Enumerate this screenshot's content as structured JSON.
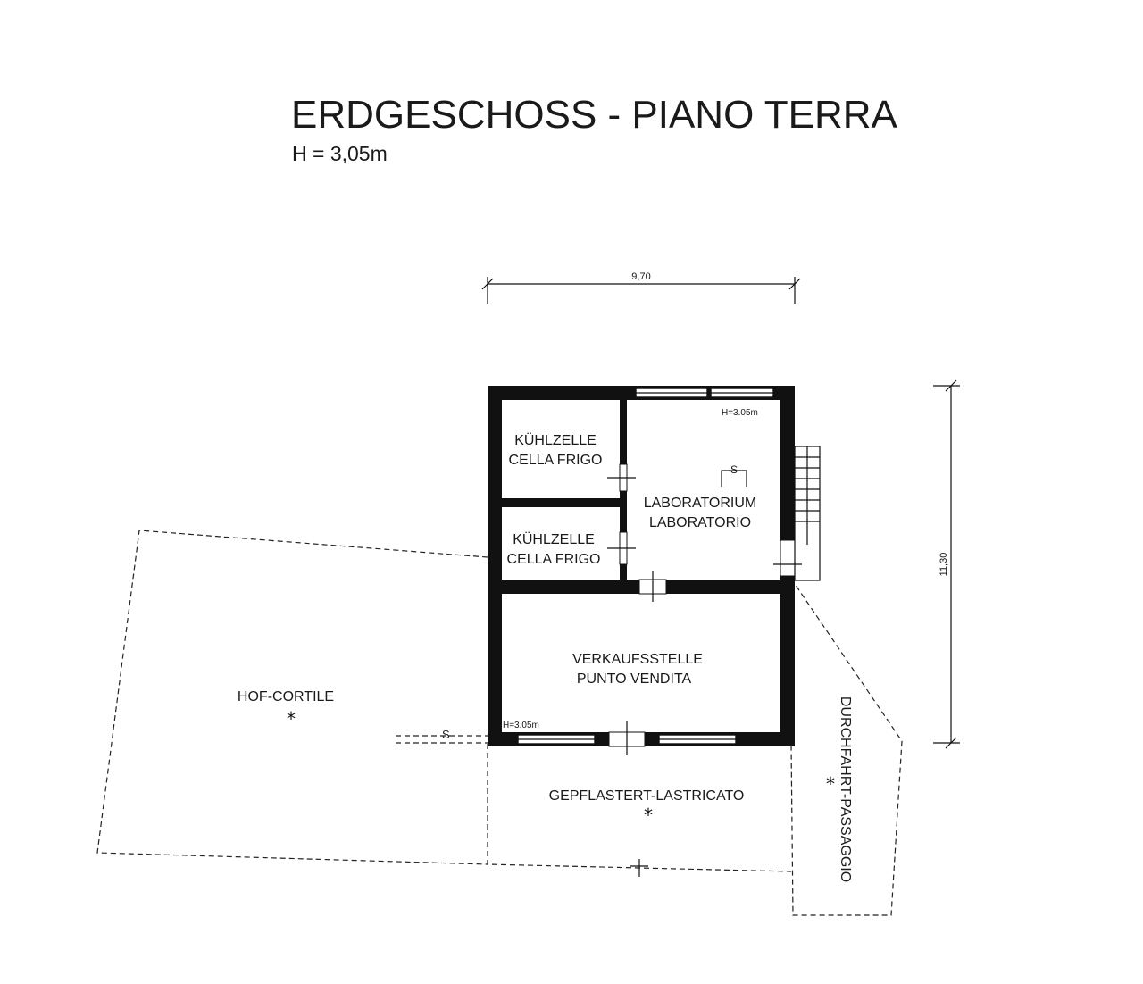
{
  "title": "ERDGESCHOSS - PIANO TERRA",
  "subtitle": "H = 3,05m",
  "dimensions": {
    "width": "9,70",
    "depth": "11,30"
  },
  "rooms": {
    "cold_room_1": [
      "KÜHLZELLE",
      "CELLA FRIGO"
    ],
    "cold_room_2": [
      "KÜHLZELLE",
      "CELLA FRIGO"
    ],
    "laboratory": [
      "LABORATORIUM",
      "LABORATORIO"
    ],
    "sales_point": [
      "VERKAUFSSTELLE",
      "PUNTO VENDITA"
    ]
  },
  "height_marks": {
    "laboratory": "H=3.05m",
    "sales_point": "H=3.05m"
  },
  "outdoor_areas": {
    "courtyard": "HOF-CORTILE",
    "paved": "GEPFLASTERT-LASTRICATO",
    "passage": "DURCHFAHRT-PASSAGGIO"
  },
  "markers": {
    "siphon": "S",
    "asterisk": "*"
  }
}
